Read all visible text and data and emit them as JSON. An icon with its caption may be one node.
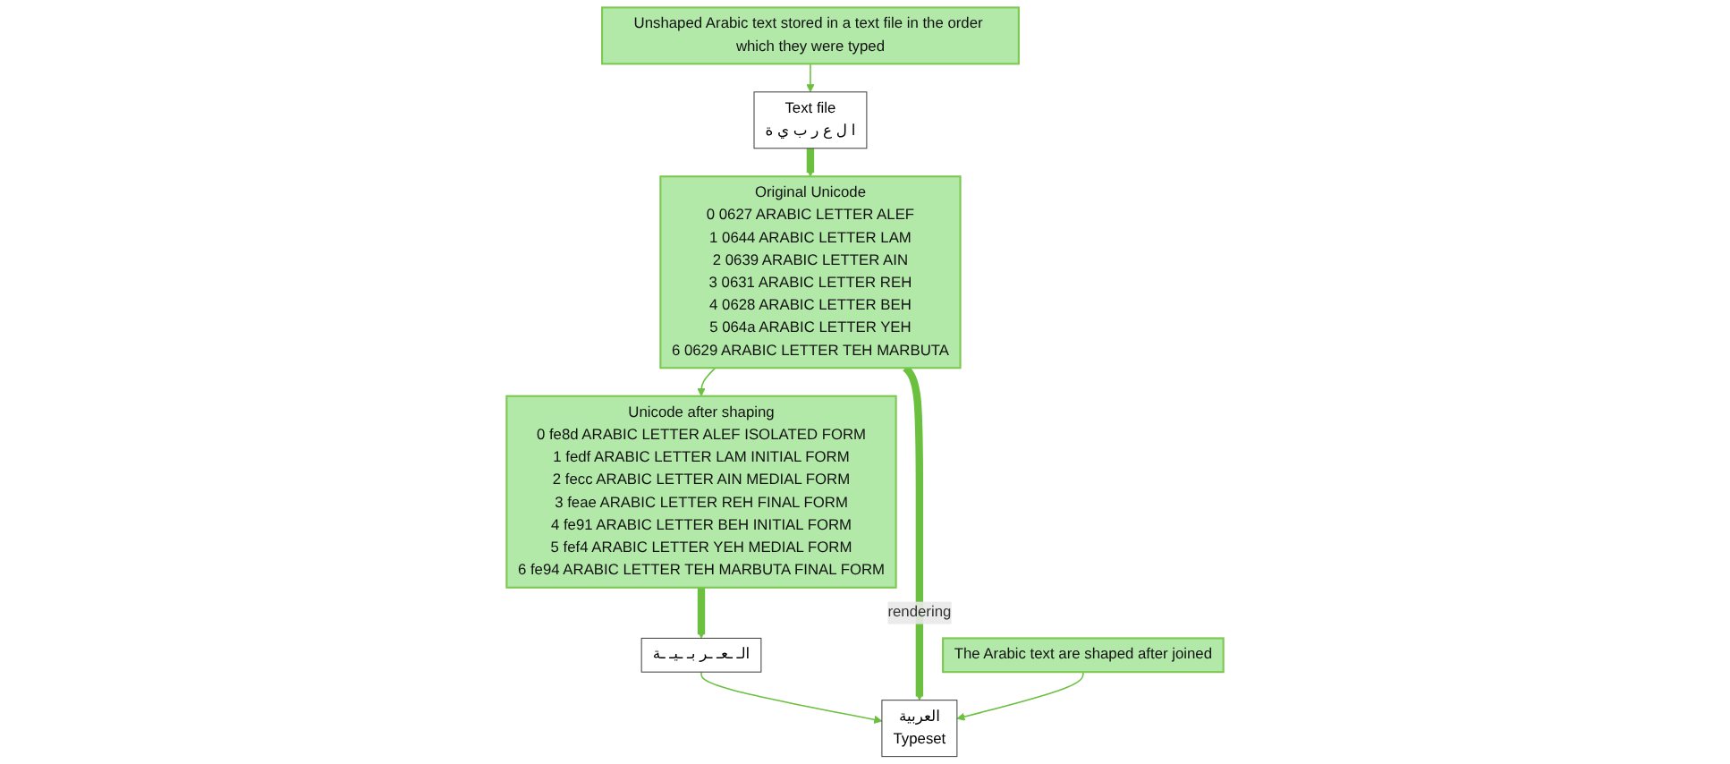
{
  "diagram": {
    "nodes": [
      {
        "text": [
          "Unshaped Arabic text stored in a text file in the order which they were typed"
        ]
      },
      {
        "text": [
          "Text file",
          "ا ل ع ر ب ي ة"
        ]
      },
      {
        "text": [
          "Original Unicode",
          "0 0627  ARABIC LETTER ALEF",
          "1 0644  ARABIC LETTER LAM",
          "2 0639  ARABIC LETTER AIN",
          "3 0631  ARABIC LETTER REH",
          "4 0628  ARABIC LETTER BEH",
          "5 064a  ARABIC LETTER YEH",
          "6 0629 ARABIC LETTER TEH MARBUTA"
        ]
      },
      {
        "text": [
          "Unicode after shaping",
          "0 fe8d  ARABIC LETTER ALEF ISOLATED FORM",
          "1 fedf  ARABIC LETTER LAM INITIAL FORM",
          "2 fecc  ARABIC LETTER AIN MEDIAL FORM",
          "3 feae  ARABIC LETTER REH FINAL FORM",
          "4 fe91  ARABIC LETTER BEH INITIAL FORM",
          "5 fef4  ARABIC LETTER YEH MEDIAL FORM",
          "6 fe94  ARABIC LETTER TEH MARBUTA FINAL FORM"
        ]
      },
      {
        "text": [
          "ﺍﻟـ ـﻌـ ـﺮ ﺑـ ـﻴـ ـﺔ"
        ]
      },
      {
        "text": [
          "العربية",
          "Typeset"
        ]
      },
      {
        "text": [
          "The Arabic text are shaped after joined"
        ]
      }
    ],
    "edges": [
      {
        "from": 0,
        "to": 1,
        "arrow": "to"
      },
      {
        "from": 1,
        "to": 2,
        "arrow": "to",
        "style": "thick"
      },
      {
        "from": 2,
        "to": 3,
        "arrow": "to"
      },
      {
        "from": 3,
        "to": 4,
        "arrow": "to",
        "style": "thick"
      },
      {
        "from": 4,
        "to": 5,
        "arrow": "to"
      },
      {
        "from": 2,
        "to": 5,
        "arrow": "to",
        "style": "thick",
        "label": "rendering"
      },
      {
        "from": 6,
        "to": 5,
        "arrow": "to"
      }
    ]
  }
}
